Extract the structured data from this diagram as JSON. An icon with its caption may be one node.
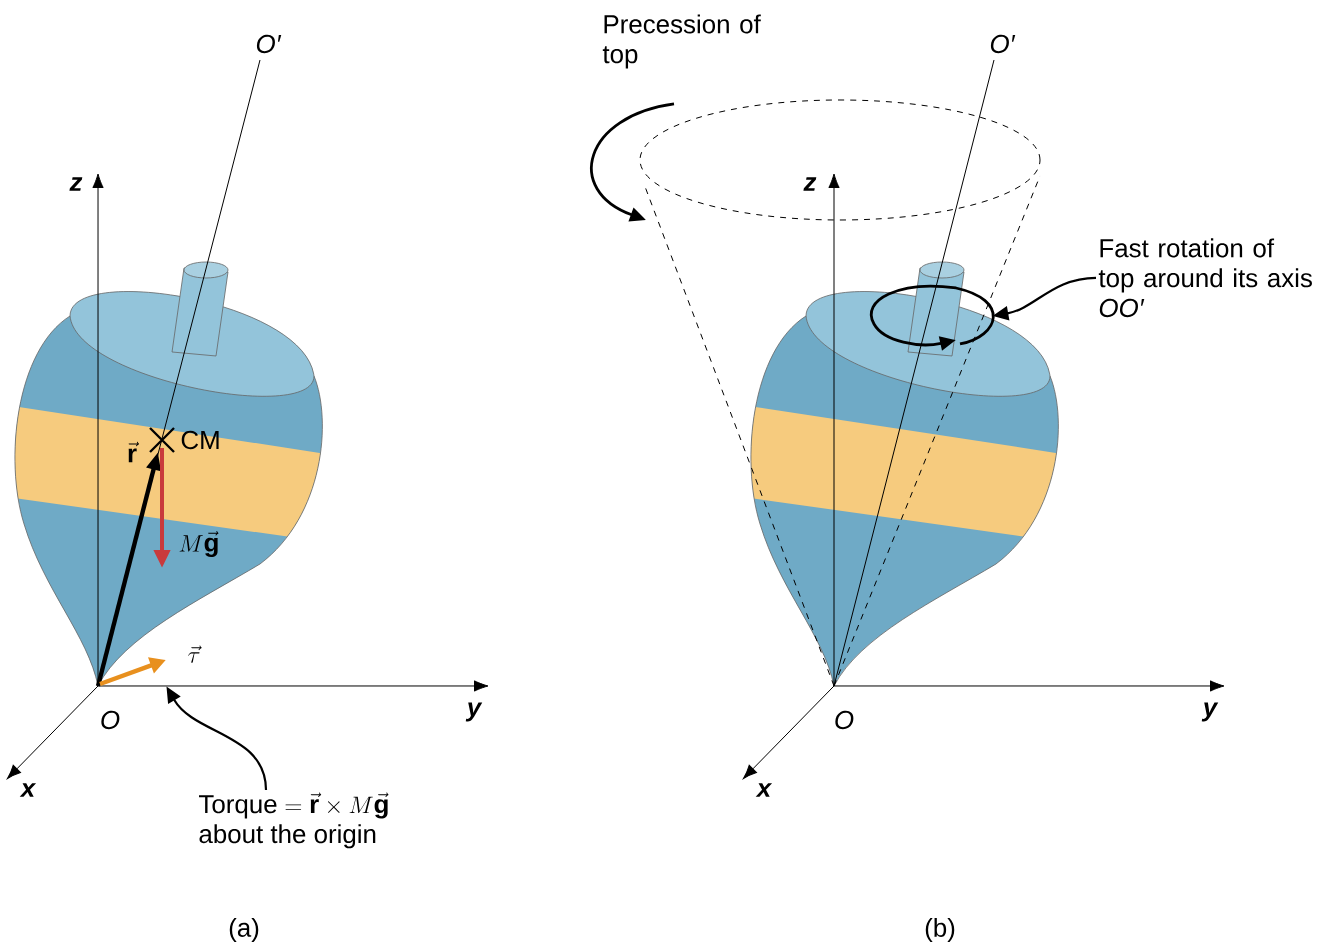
{
  "diagram": {
    "nodes": [
      {
        "text": [
          "\\text{Torque} = \\vec{\\mathbf{r}} \\times M\\vec{\\mathbf{g}}",
          "about the origin"
        ]
      },
      {
        "text": [],
        "shape": "arrow"
      },
      {
        "text": [
          "Fast rotation of top around its axis *OO′*"
        ]
      },
      {
        "text": [],
        "shape": "arrow"
      }
    ],
    "edges": [
      {
        "from": 0,
        "to": 1,
        "arrow": "to"
      },
      {
        "from": 2,
        "to": 3,
        "arrow": "to"
      }
    ],
    "labels": [
      "O′",
      "z",
      "\\vec{\\mathbf{r}}",
      "CM",
      "M\\vec{\\mathbf{g}}",
      "\\vec{\\tau}",
      "O",
      "y",
      "x",
      "(a)",
      "Precession of top",
      "O′",
      "z",
      "O",
      "y",
      "x",
      "(b)"
    ]
  }
}
